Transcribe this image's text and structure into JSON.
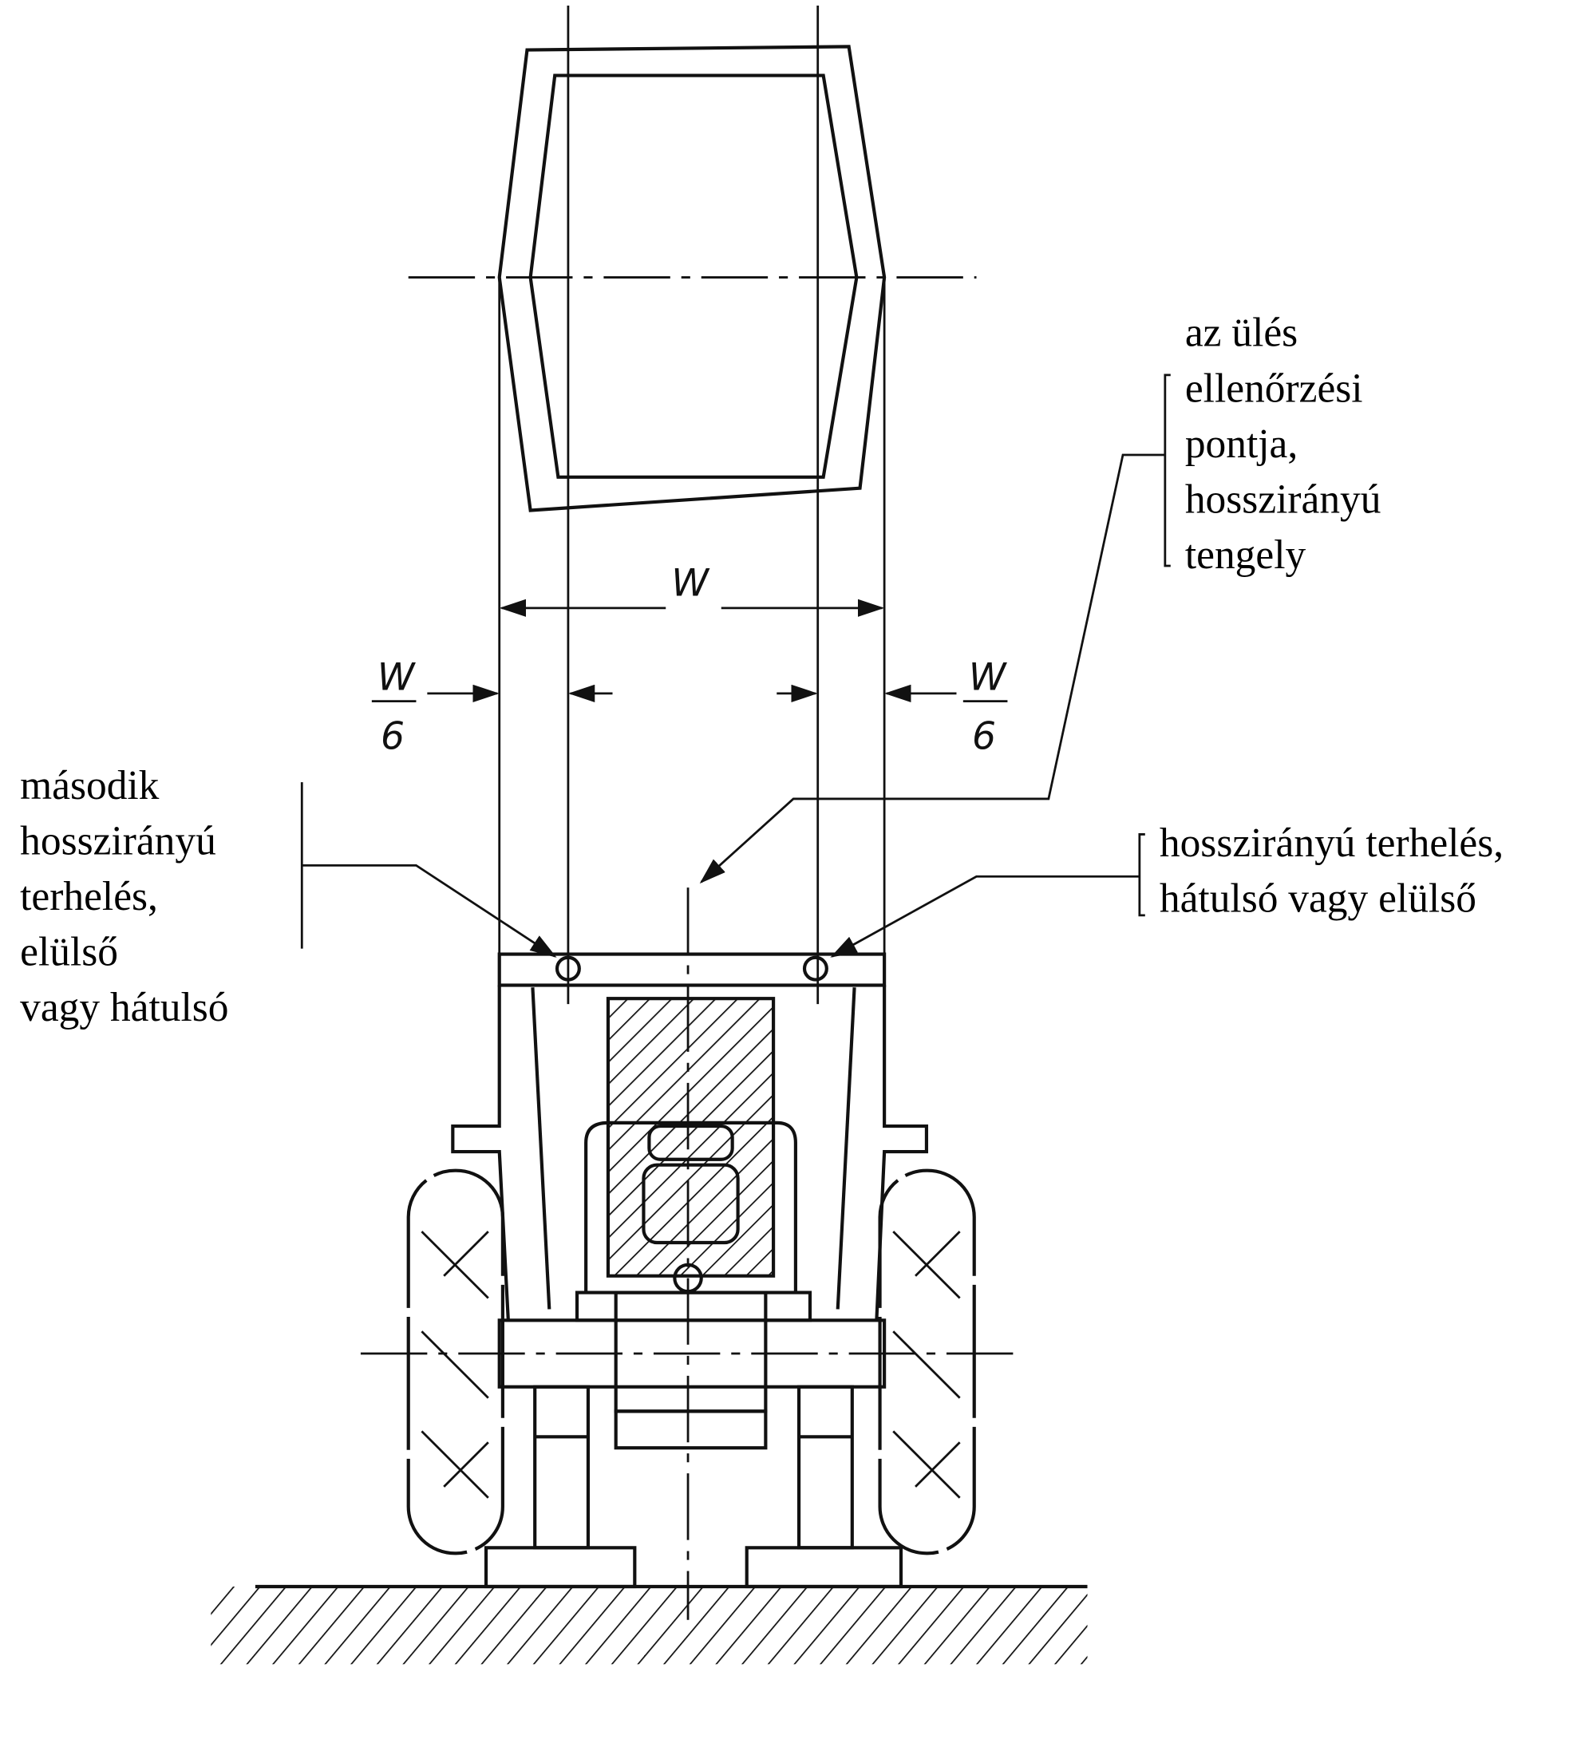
{
  "labels": {
    "seat_reference": [
      "az ülés",
      "ellenőrzési",
      "pontja,",
      "hosszirányú",
      "tengely"
    ],
    "second_load": [
      "második",
      "hosszirányú",
      "terhelés,",
      "elülső",
      "vagy hátulsó"
    ],
    "first_load": [
      "hosszirányú terhelés,",
      "hátulsó vagy elülső"
    ]
  },
  "dimensions": {
    "width": "W",
    "sixth_numerator": "W",
    "sixth_denominator": "6"
  }
}
